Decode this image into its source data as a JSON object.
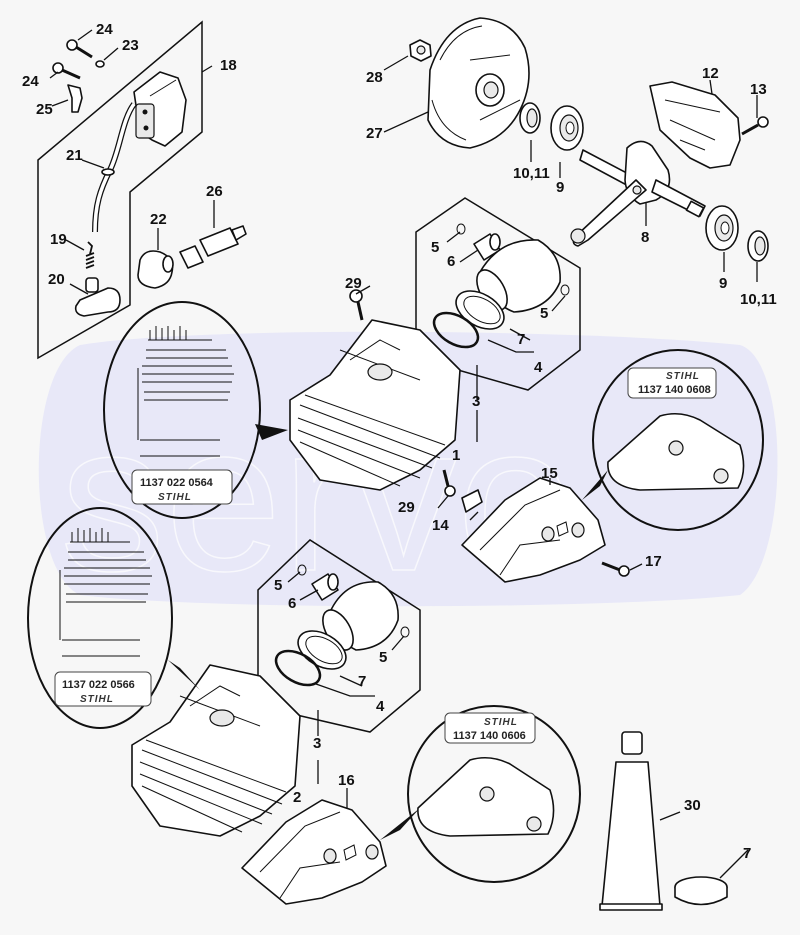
{
  "diagram": {
    "watermark": "servo",
    "colors": {
      "band": "#e8e8f8",
      "ink": "#111111",
      "background": "#f7f7f7"
    },
    "callouts": {
      "c1": "1",
      "c2": "2",
      "c3a": "3",
      "c3b": "3",
      "c4a": "4",
      "c4b": "4",
      "c5a": "5",
      "c5b": "5",
      "c5c": "5",
      "c5d": "5",
      "c6a": "6",
      "c6b": "6",
      "c7a": "7",
      "c7b": "7",
      "c7c": "7",
      "c8": "8",
      "c9a": "9",
      "c9b": "9",
      "c1011a": "10,11",
      "c1011b": "10,11",
      "c12": "12",
      "c13": "13",
      "c14": "14",
      "c15": "15",
      "c16": "16",
      "c17": "17",
      "c18": "18",
      "c19": "19",
      "c20": "20",
      "c21": "21",
      "c22": "22",
      "c23": "23",
      "c24a": "24",
      "c24b": "24",
      "c25": "25",
      "c26": "26",
      "c27": "27",
      "c28": "28",
      "c29a": "29",
      "c29b": "29",
      "c30": "30"
    },
    "details": {
      "cylinder_a": {
        "part_number": "1137 022 0564",
        "brand": "STIHL"
      },
      "cylinder_b": {
        "part_number": "1137 022 0566",
        "brand": "STIHL"
      },
      "muffler_a": {
        "part_number": "1137 140 0608",
        "brand": "STIHL"
      },
      "muffler_b": {
        "part_number": "1137 140 0606",
        "brand": "STIHL"
      }
    }
  }
}
